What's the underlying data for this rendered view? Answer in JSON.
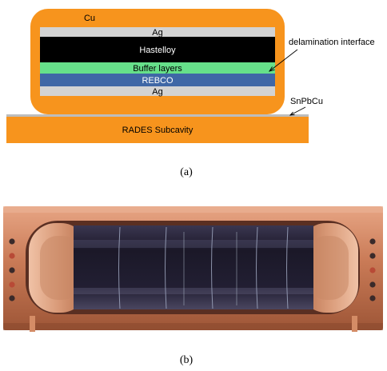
{
  "panel_a": {
    "layers": {
      "cu": "Cu",
      "ag_top": "Ag",
      "hastelloy": "Hastelloy",
      "buffer": "Buffer layers",
      "rebco": "REBCO",
      "ag_bottom": "Ag"
    },
    "substrate": "RADES Subcavity",
    "solder": "SnPbCu",
    "interface": "delamination interface",
    "caption": "(a)"
  },
  "panel_b": {
    "caption": "(b)"
  },
  "colors": {
    "copper_orange": "#f7941d",
    "silver": "#d3d3d3",
    "hastelloy": "#000000",
    "buffer": "#66e08a",
    "rebco": "#3f67a6",
    "copper_photo": "#c8784f",
    "tape_dark": "#1c1a2a"
  }
}
